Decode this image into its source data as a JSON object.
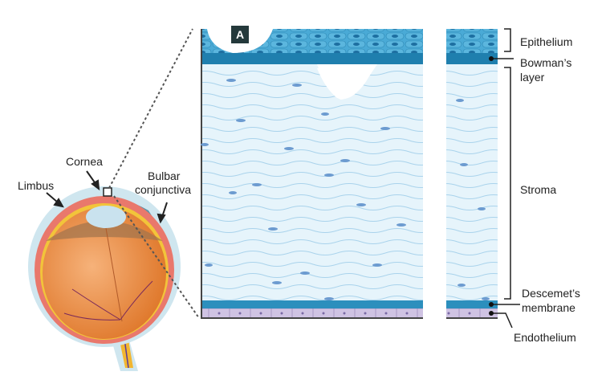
{
  "panel_label": "A",
  "eye_labels": {
    "cornea": "Cornea",
    "limbus": "Limbus",
    "bulbar_1": "Bulbar",
    "bulbar_2": "conjunctiva"
  },
  "layer_labels": {
    "epithelium": "Epithelium",
    "bowman_1": "Bowman’s",
    "bowman_2": "layer",
    "stroma": "Stroma",
    "descemet_1": "Descemet’s",
    "descemet_2": "membrane",
    "endothelium": "Endothelium"
  },
  "colors": {
    "epithelium": "#3a9fcc",
    "bowman": "#1f7fae",
    "stroma": "#e3f3fb",
    "descemet": "#2c8fbd",
    "endothelium": "#cbbfe0",
    "eye": "#ef8a3c"
  }
}
